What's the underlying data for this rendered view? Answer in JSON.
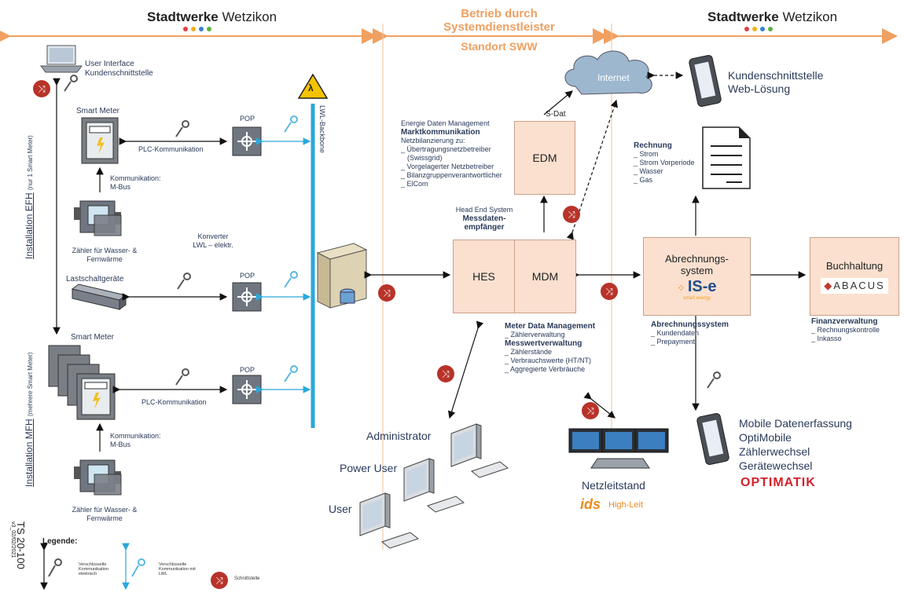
{
  "header": {
    "left_brand_bold": "Stadtwerke",
    "left_brand": "Wetzikon",
    "center_line1": "Betrieb durch",
    "center_line2": "Systemdienstleister",
    "center_sub": "Standort SWW",
    "right_brand_bold": "Stadtwerke",
    "right_brand": "Wetzikon"
  },
  "left": {
    "ui_label1": "User Interface",
    "ui_label2": "Kundenschnittstelle",
    "efh_label": "Installation EFH",
    "efh_small": "(nur 1 Smart Meter)",
    "mfh_label": "Installation MFH",
    "mfh_small": "(mehrere Smart Meter)",
    "smart_meter_top": "Smart Meter",
    "plc_top": "PLC-Kommunikation",
    "pop": "POP",
    "mbus_top1": "Kommunikation:",
    "mbus_top2": "M-Bus",
    "zahler_top1": "Zähler für Wasser- &",
    "zahler_top2": "Fernwärme",
    "konverter1": "Konverter",
    "konverter2": "LWL – elektr.",
    "lastschalt": "Lastschaltgeräte",
    "smart_meter_bottom": "Smart Meter",
    "plc_bottom": "PLC-Kommunikation",
    "mbus_bottom1": "Kommunikation:",
    "mbus_bottom2": "M-Bus",
    "zahler_bottom1": "Zähler für Wasser- &",
    "zahler_bottom2": "Fernwärme",
    "lwl_backbone": "LWL-Backbone",
    "lambda": "λ"
  },
  "center": {
    "internet": "Internet",
    "sdat": "S-Dat",
    "edm_title1": "Energie Daten Management",
    "edm_title2": "Marktkommunikation",
    "edm_title3": "Netzbilanzierung zu:",
    "edm_items": [
      "Übertragungsnetzbetreiber",
      "Vorgelagerter Netzbetreiber",
      "Bilanzgruppenverantwortlicher",
      "ElCom"
    ],
    "edm_swissgrid": "(Swissgrid)",
    "edm_box": "EDM",
    "hes_title1": "Head End System",
    "hes_title2": "Messdaten-",
    "hes_title3": "empfänger",
    "hes_box": "HES",
    "mdm_box": "MDM",
    "mdm_title1": "Meter Data Management",
    "mdm_items1": [
      "Zählerverwaltung"
    ],
    "mdm_title2": "Messwertverwaltung",
    "mdm_items2": [
      "Zählerstände",
      "Verbrauchswerte (HT/NT)",
      "Aggregierte Verbräuche"
    ],
    "administrator": "Administrator",
    "power_user": "Power User",
    "user": "User",
    "netzleitstand": "Netzleitstand",
    "ids_logo": "ids",
    "high_leit": "High-Leit"
  },
  "right": {
    "kunden1": "Kundenschnittstelle",
    "kunden2": "Web-Lösung",
    "rechnung_title": "Rechnung",
    "rechnung_items": [
      "Strom",
      "Strom Vorperiode",
      "Wasser",
      "Gas"
    ],
    "abr_box1": "Abrechnungs-",
    "abr_box2": "system",
    "ise_logo": "IS-e",
    "ise_sub": "smart energy",
    "abr_title": "Abrechnungssystem",
    "abr_items": [
      "Kundendaten",
      "Prepayment"
    ],
    "buch_box": "Buchhaltung",
    "abacus": "ABACUS",
    "fin_title": "Finanzverwaltung",
    "fin_items": [
      "Rechnungskontrolle",
      "Inkasso"
    ],
    "mobile1": "Mobile Datenerfassung",
    "mobile2": "OptiMobile",
    "mobile3": "Zählerwechsel",
    "mobile4": "Gerätewechsel",
    "optimatik": "OPTIMATIK"
  },
  "legend": {
    "title": "Legende:",
    "item1": "Verschlüsselte Kommunikation elektrisch",
    "item2": "Verschlüsselte Kommunikation mit LWL",
    "item3": "Schnittstelle",
    "ts_code": "TS 20-100",
    "version": "v3_02/02/2021"
  },
  "colors": {
    "orange": "#f0a060",
    "box_fill": "#fbe0cf",
    "cut_red": "#b8332a",
    "lwl_blue": "#2aa8dc",
    "text_blue": "#2a3a5a"
  }
}
